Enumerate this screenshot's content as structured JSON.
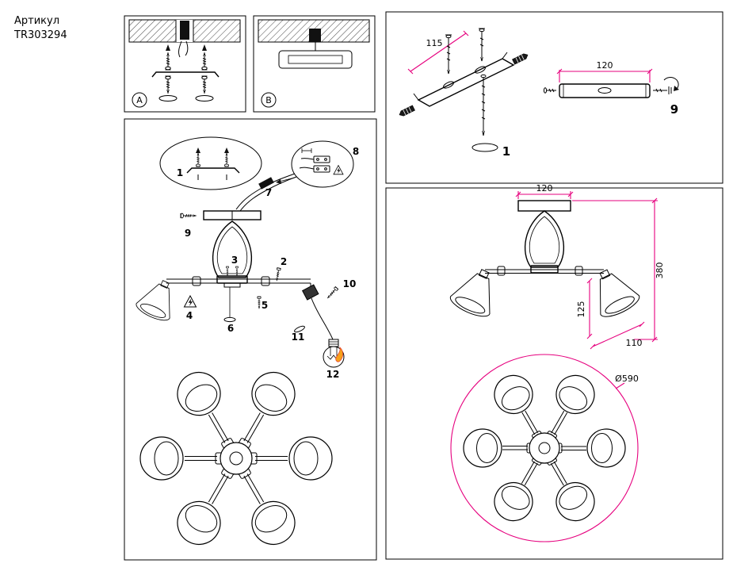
{
  "header": {
    "article_label": "Артикул",
    "article_code": "TR303294"
  },
  "mounting_options": {
    "option_a_label": "A",
    "option_b_label": "B"
  },
  "assembly_panel": {
    "part_labels": {
      "p1": "1",
      "p2": "2",
      "p3": "3",
      "p4": "4",
      "p5": "5",
      "p6": "6",
      "p7": "7",
      "p8": "8",
      "p9": "9",
      "p10": "10",
      "p11": "11",
      "p12": "12"
    }
  },
  "hardware_panel": {
    "dim_bracket_length": "115",
    "part_bracket": "1",
    "dim_rod_length": "120",
    "part_screw": "9"
  },
  "dimensions_panel": {
    "dim_canopy_width": "120",
    "dim_height": "380",
    "dim_shade_height": "125",
    "dim_shade_width": "110",
    "dim_diameter": "Ø590"
  },
  "colors": {
    "dimension_magenta": "#e6007e",
    "line_black": "#000000",
    "bulb_flame_orange": "#f7a11a",
    "bulb_flame_red": "#e5432d"
  }
}
